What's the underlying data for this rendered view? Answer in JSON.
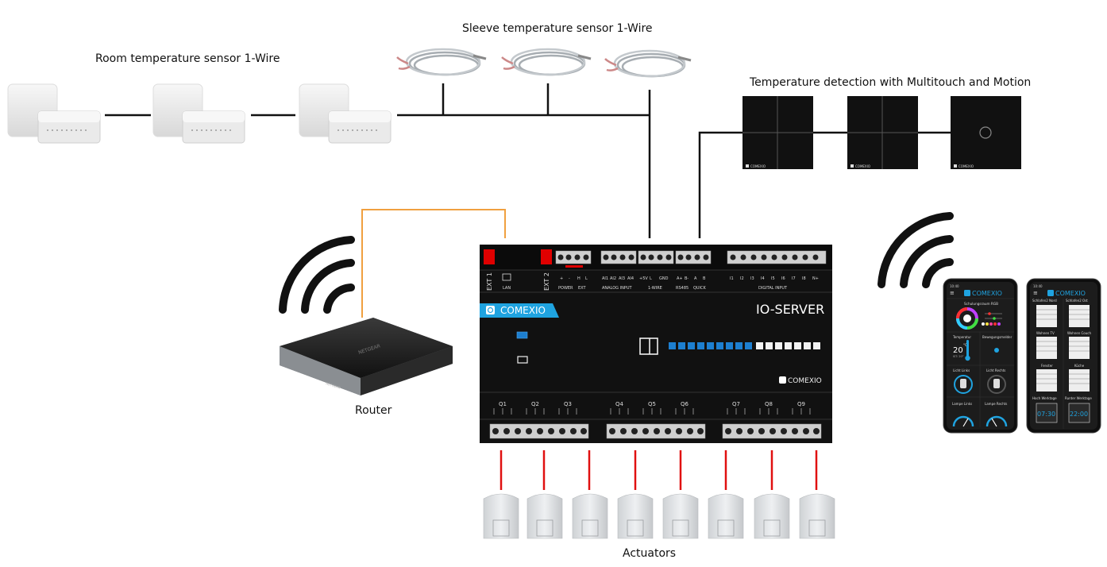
{
  "labels": {
    "sleeve": "Sleeve temperature sensor 1-Wire",
    "room": "Room temperature sensor 1-Wire",
    "detection": "Temperature detection with Multitouch and Motion",
    "router": "Router",
    "actuators": "Actuators"
  },
  "router_brand": "NETGEAR",
  "panel_brand": "COMEXIO",
  "io_server": {
    "brand": "COMEXIO",
    "model": "IO-SERVER",
    "brand_small": "COMEXIO",
    "ext1": "EXT 1",
    "ext2": "EXT 2",
    "lan": "LAN",
    "power_label": "POWER",
    "ext_label": "EXT",
    "analog_input": "ANALOG INPUT",
    "one_wire": "1-WIRE",
    "quick": "QUICK",
    "rs": "RS485",
    "digital_input": "DIGITAL INPUT",
    "pin_power": [
      "+",
      "-",
      "H",
      "L"
    ],
    "pin_analog": [
      "AI1",
      "AI2",
      "AI3",
      "AI4"
    ],
    "pin_onewire": [
      "+5V",
      "L",
      "GND"
    ],
    "pin_quick": [
      "A+",
      "B-",
      "A",
      "B"
    ],
    "pin_digital": [
      "I1",
      "I2",
      "I3",
      "I4",
      "I5",
      "I6",
      "I7",
      "I8",
      "N+"
    ],
    "outputs": [
      "Q1",
      "Q2",
      "Q3",
      "Q4",
      "Q5",
      "Q6",
      "Q7",
      "Q8",
      "Q9"
    ]
  },
  "phone_left": {
    "status_time": "10:40",
    "brand": "COMEXIO",
    "rgb_title": "Schulungsraum RGB",
    "temp_title": "Temperatur",
    "temp_value": "20",
    "temp_unit": "°C",
    "temp_sub": "IST: 20°",
    "motion_title": "Bewegungsmelder",
    "light_left": "Licht Links",
    "light_right": "Licht Rechts",
    "lamp_left": "Lampe Links",
    "lamp_right": "Lampe Rechts"
  },
  "phone_right": {
    "status_time": "10:40",
    "brand": "COMEXIO",
    "tiles": [
      "Schlafen2 Nord",
      "Schlafen2 Ost",
      "Wohnen TV",
      "Wohnen Couch",
      "Fenster",
      "Küche",
      "Hoch Werktage",
      "Runter Werktage"
    ],
    "time_left": "07:30",
    "time_right": "22:00"
  },
  "colors": {
    "comexio_blue": "#1fa3e0",
    "router_wire": "#f0a040",
    "actuator_wire": "#e01010",
    "led_blue": "#1d7fd0",
    "panel_black": "#111111"
  }
}
